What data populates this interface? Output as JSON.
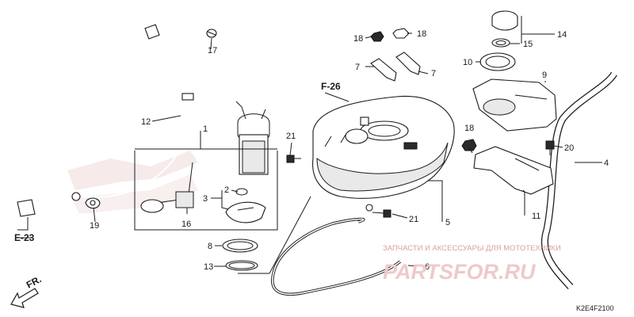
{
  "diagram": {
    "callouts": {
      "c1": "1",
      "c2": "2",
      "c3": "3",
      "c4": "4",
      "c5": "5",
      "c6": "6",
      "c7a": "7",
      "c7b": "7",
      "c8": "8",
      "c9": "9",
      "c10": "10",
      "c11": "11",
      "c12": "12",
      "c13": "13",
      "c14": "14",
      "c15": "15",
      "c16": "16",
      "c17": "17",
      "c18a": "18",
      "c18b": "18",
      "c18c": "18",
      "c19": "19",
      "c20": "20",
      "c21a": "21",
      "c21b": "21"
    },
    "refs": {
      "f26": "F-26",
      "e23": "E-23",
      "fr": "FR."
    },
    "watermark": {
      "line1": "ЗАПЧАСТИ И АКСЕССУАРЫ ДЛЯ МОТОТЕХНИКИ",
      "line2": "PARTSFOR.RU"
    },
    "part_code": "K2E4F2100",
    "colors": {
      "ink": "#1a1a1a",
      "watermark": "#e8b8b8"
    }
  }
}
